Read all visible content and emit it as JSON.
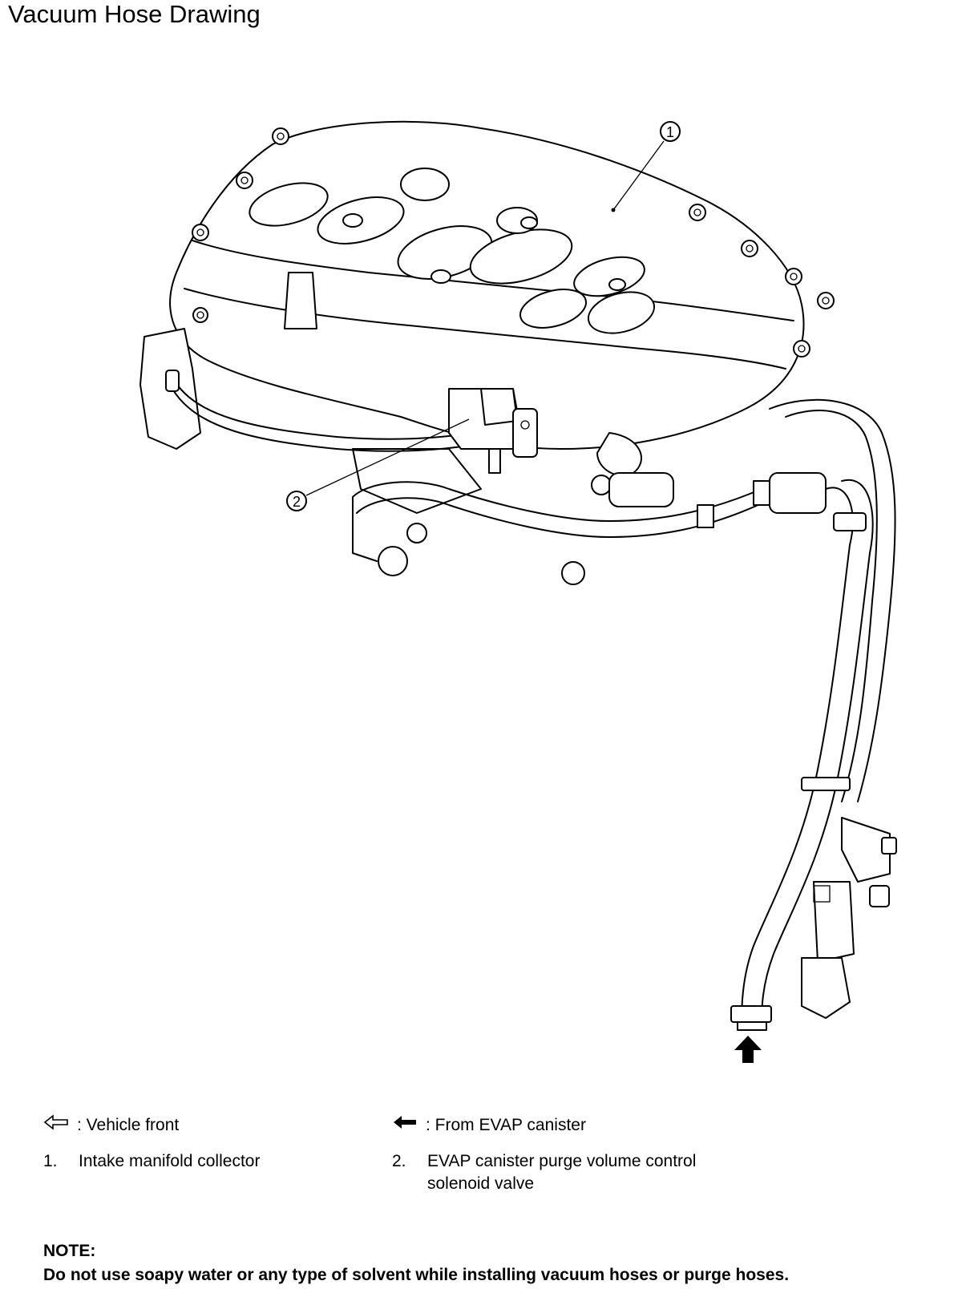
{
  "title": "Vacuum Hose Drawing",
  "callouts": [
    {
      "number": "1"
    },
    {
      "number": "2"
    }
  ],
  "legend": {
    "vehicle_front": ": Vehicle front",
    "from_evap": ": From EVAP canister",
    "items": [
      {
        "number": "1.",
        "label": "Intake manifold collector"
      },
      {
        "number": "2.",
        "label": "EVAP canister purge volume control",
        "label_line2": "solenoid valve"
      }
    ]
  },
  "note": {
    "heading": "NOTE:",
    "text": "Do not use soapy water or any type of solvent while installing vacuum hoses or purge hoses."
  },
  "icons": {
    "vehicle_front": "outline-left-arrow-icon",
    "from_evap": "solid-left-arrow-icon",
    "flow_direction": "solid-up-arrow-icon"
  }
}
